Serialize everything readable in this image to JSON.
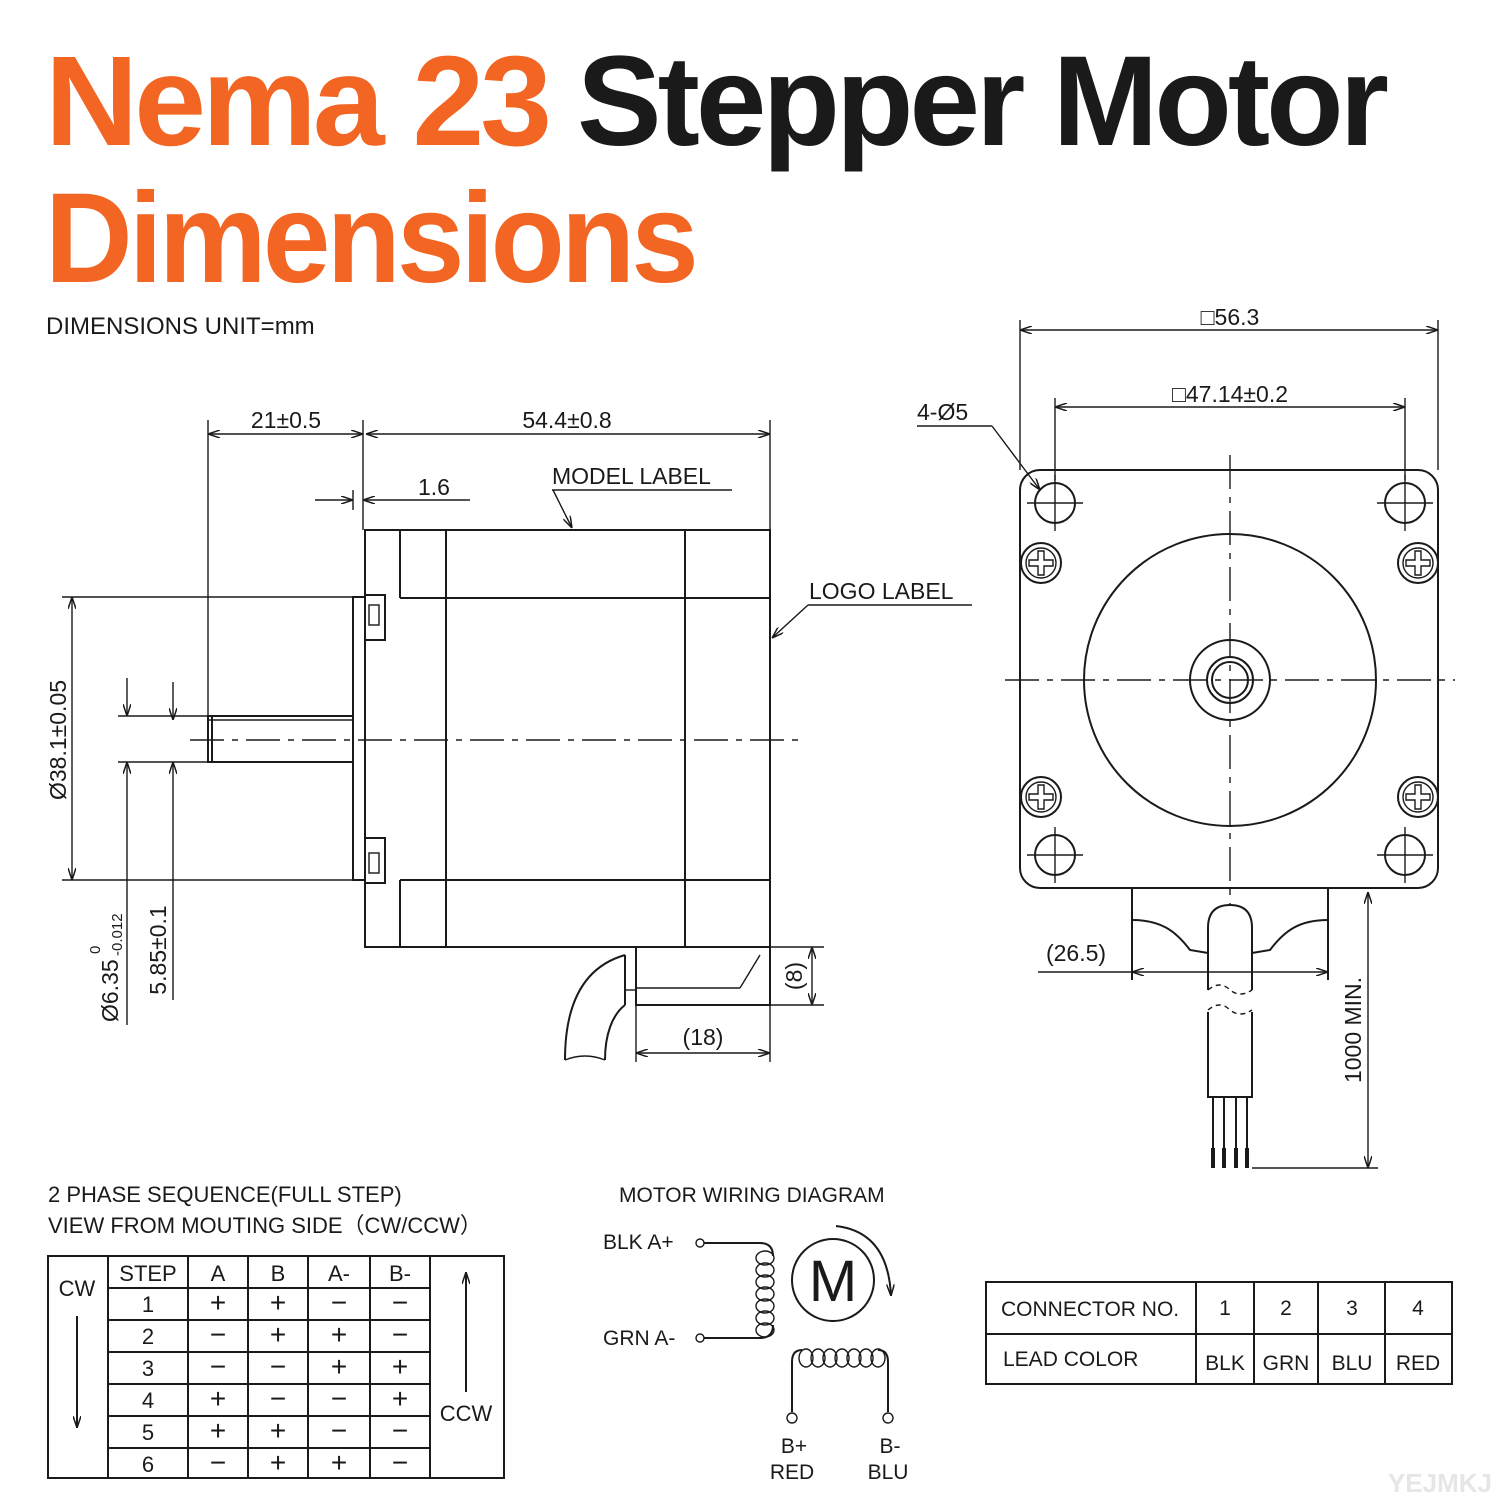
{
  "title": {
    "part1": "Nema 23",
    "part2": "Stepper Motor",
    "line2": "Dimensions",
    "accent_color": "#f26522",
    "text_color": "#1a1a1a"
  },
  "units_note": "DIMENSIONS UNIT=mm",
  "side_view": {
    "shaft_length": "21±0.5",
    "body_length": "54.4±0.8",
    "flange_thickness": "1.6",
    "model_label": "MODEL LABEL",
    "logo_label": "LOGO LABEL",
    "boss_diameter": "Ø38.1±0.05",
    "shaft_diameter": "Ø6.35",
    "shaft_tol_upper": "0",
    "shaft_tol_lower": "-0.012",
    "flat_depth": "5.85±0.1",
    "cable_exit_height": "(8)",
    "cable_exit_length": "(18)"
  },
  "front_view": {
    "overall_square": "□56.3",
    "hole_spacing": "□47.14±0.2",
    "mounting_holes": "4-Ø5",
    "cable_width": "(26.5)",
    "lead_length": "1000 MIN."
  },
  "phase_sequence": {
    "title_line1": "2 PHASE SEQUENCE(FULL STEP)",
    "title_line2": "VIEW FROM MOUTING SIDE（CW/CCW）",
    "cw_label": "CW",
    "ccw_label": "CCW",
    "headers": [
      "STEP",
      "A",
      "B",
      "A-",
      "B-"
    ],
    "rows": [
      [
        "1",
        "+",
        "+",
        "−",
        "−"
      ],
      [
        "2",
        "−",
        "+",
        "+",
        "−"
      ],
      [
        "3",
        "−",
        "−",
        "+",
        "+"
      ],
      [
        "4",
        "+",
        "−",
        "−",
        "+"
      ],
      [
        "5",
        "+",
        "+",
        "−",
        "−"
      ],
      [
        "6",
        "−",
        "+",
        "+",
        "−"
      ]
    ]
  },
  "wiring": {
    "title": "MOTOR WIRING  DIAGRAM",
    "a_plus": "BLK  A+",
    "a_minus": "GRN  A-",
    "motor_symbol": "M",
    "b_plus": "B+",
    "b_plus_color": "RED",
    "b_minus": "B-",
    "b_minus_color": "BLU"
  },
  "connector_table": {
    "row1_label": "CONNECTOR NO.",
    "row2_label": "LEAD COLOR",
    "numbers": [
      "1",
      "2",
      "3",
      "4"
    ],
    "colors": [
      "BLK",
      "GRN",
      "BLU",
      "RED"
    ]
  },
  "watermark": "YEJMKJ"
}
